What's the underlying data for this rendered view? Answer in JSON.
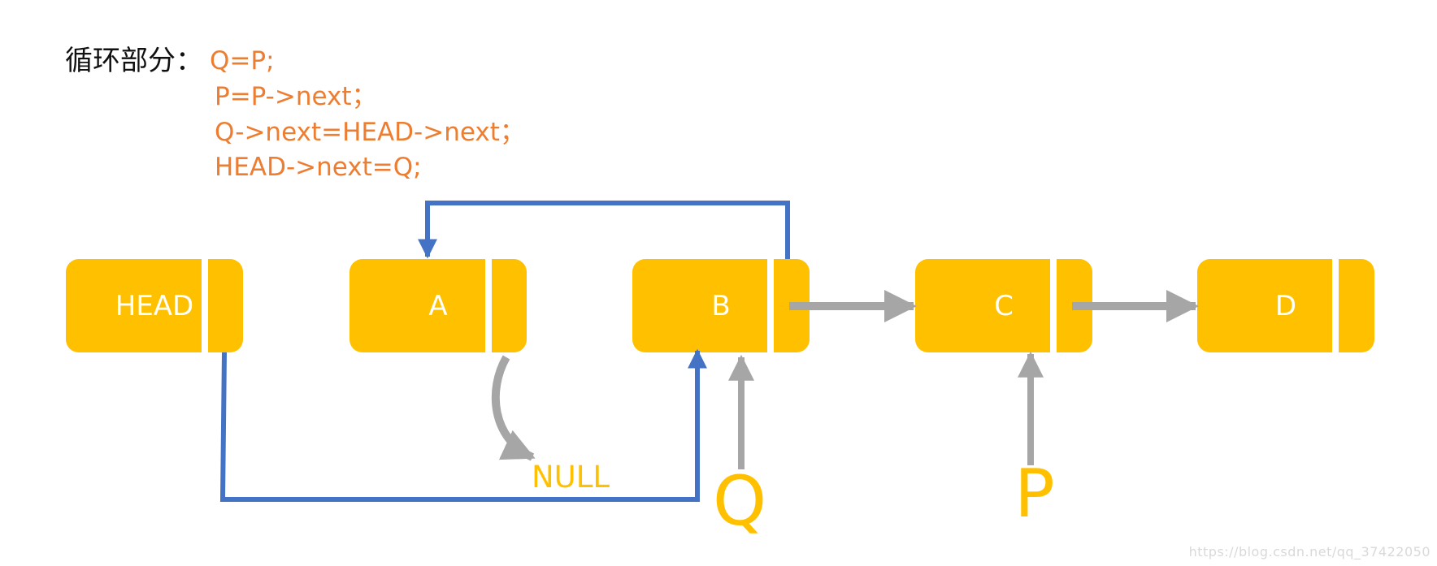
{
  "code": {
    "label": "循环部分：",
    "lines": [
      "Q=P;",
      "P=P->next；",
      "Q->next=HEAD->next；",
      "HEAD->next=Q;"
    ]
  },
  "nodes": [
    {
      "id": "head",
      "label": "HEAD"
    },
    {
      "id": "a",
      "label": "A"
    },
    {
      "id": "b",
      "label": "B"
    },
    {
      "id": "c",
      "label": "C"
    },
    {
      "id": "d",
      "label": "D"
    }
  ],
  "null_label": "NULL",
  "pointers": {
    "q": "Q",
    "p": "P"
  },
  "watermark": "https://blog.csdn.net/qq_37422050",
  "colors": {
    "node_fill": "#FFC000",
    "node_text": "#FFFFFF",
    "code_text": "#ED7D31",
    "label_text": "#111111",
    "blue_arrow": "#4472C4",
    "gray_arrow": "#A6A6A6",
    "pointer_text": "#FFC000",
    "watermark_text": "#D9D9D9"
  }
}
